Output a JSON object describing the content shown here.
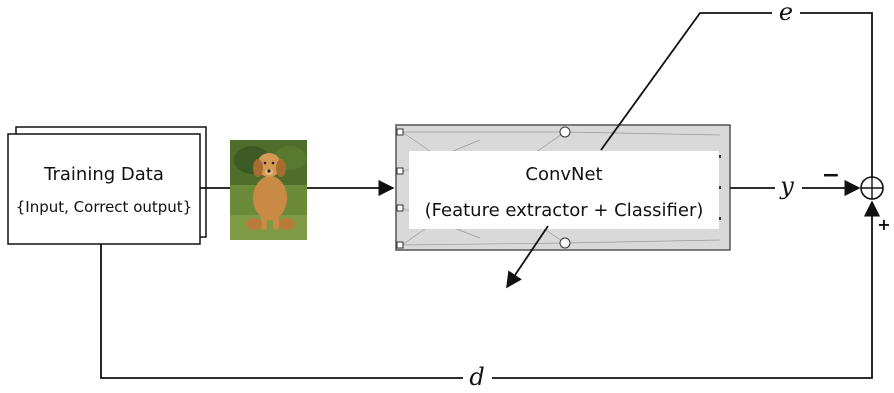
{
  "training_box": {
    "title": "Training Data",
    "subtitle": "{Input, Correct output}"
  },
  "convnet_box": {
    "title": "ConvNet",
    "subtitle": "(Feature extractor + Classifier)"
  },
  "labels": {
    "output": "y",
    "error": "e",
    "target": "d",
    "minus": "−",
    "plus": "+"
  },
  "image": {
    "subject": "puppy photo"
  },
  "colors": {
    "line": "#111111",
    "network_bg": "#d9d9d9",
    "network_border": "#555555"
  }
}
